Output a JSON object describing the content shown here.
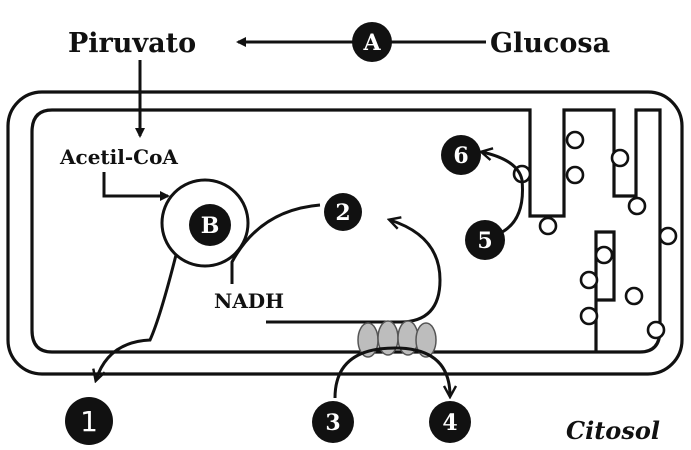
{
  "labels": {
    "piruvato": "Piruvato",
    "glucosa": "Glucosa",
    "acetil_coa": "Acetil-CoA",
    "nadh": "NADH",
    "citosol": "Citosol"
  },
  "badges": {
    "A": "A",
    "B": "B",
    "n1": "1",
    "n2": "2",
    "n3": "3",
    "n4": "4",
    "n5": "5",
    "n6": "6"
  }
}
